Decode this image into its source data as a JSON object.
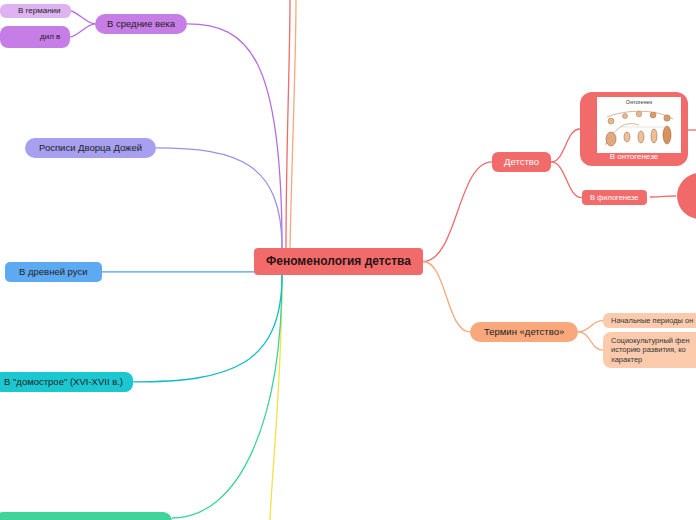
{
  "diagram": {
    "nodes": [
      {
        "text": [
          "Феноменология детства"
        ]
      },
      {
        "text": [
          "В средние века"
        ]
      },
      {
        "text": [
          "В германии"
        ]
      },
      {
        "text": [
          "дил в"
        ]
      },
      {
        "text": [
          "Росписи Дворца Дожей"
        ]
      },
      {
        "text": [
          "В древней руси"
        ]
      },
      {
        "text": [
          "В \"домострое\" (XVI-XVII в.)"
        ]
      },
      {
        "text": [
          "Детство"
        ]
      },
      {
        "text": [
          "В онтогенезе"
        ]
      },
      {
        "text": [
          "В филогенезе"
        ]
      },
      {
        "text": [
          "Термин «детство»"
        ]
      },
      {
        "text": [
          "Начальные периоды он"
        ]
      },
      {
        "text": [
          "Социокультурный фен историю развития, ко характер"
        ]
      }
    ],
    "edges": [
      {
        "from": 0,
        "to": 1,
        "arrow": "none"
      },
      {
        "from": 1,
        "to": 2,
        "arrow": "none"
      },
      {
        "from": 1,
        "to": 3,
        "arrow": "none"
      },
      {
        "from": 0,
        "to": 4,
        "arrow": "none"
      },
      {
        "from": 0,
        "to": 5,
        "arrow": "none"
      },
      {
        "from": 0,
        "to": 6,
        "arrow": "none"
      },
      {
        "from": 0,
        "to": 7,
        "arrow": "none"
      },
      {
        "from": 7,
        "to": 8,
        "arrow": "none"
      },
      {
        "from": 7,
        "to": 9,
        "arrow": "none"
      },
      {
        "from": 0,
        "to": 10,
        "arrow": "none"
      },
      {
        "from": 10,
        "to": 11,
        "arrow": "none"
      },
      {
        "from": 10,
        "to": 12,
        "arrow": "none"
      }
    ],
    "labels": [
      "Онтогенез"
    ]
  }
}
